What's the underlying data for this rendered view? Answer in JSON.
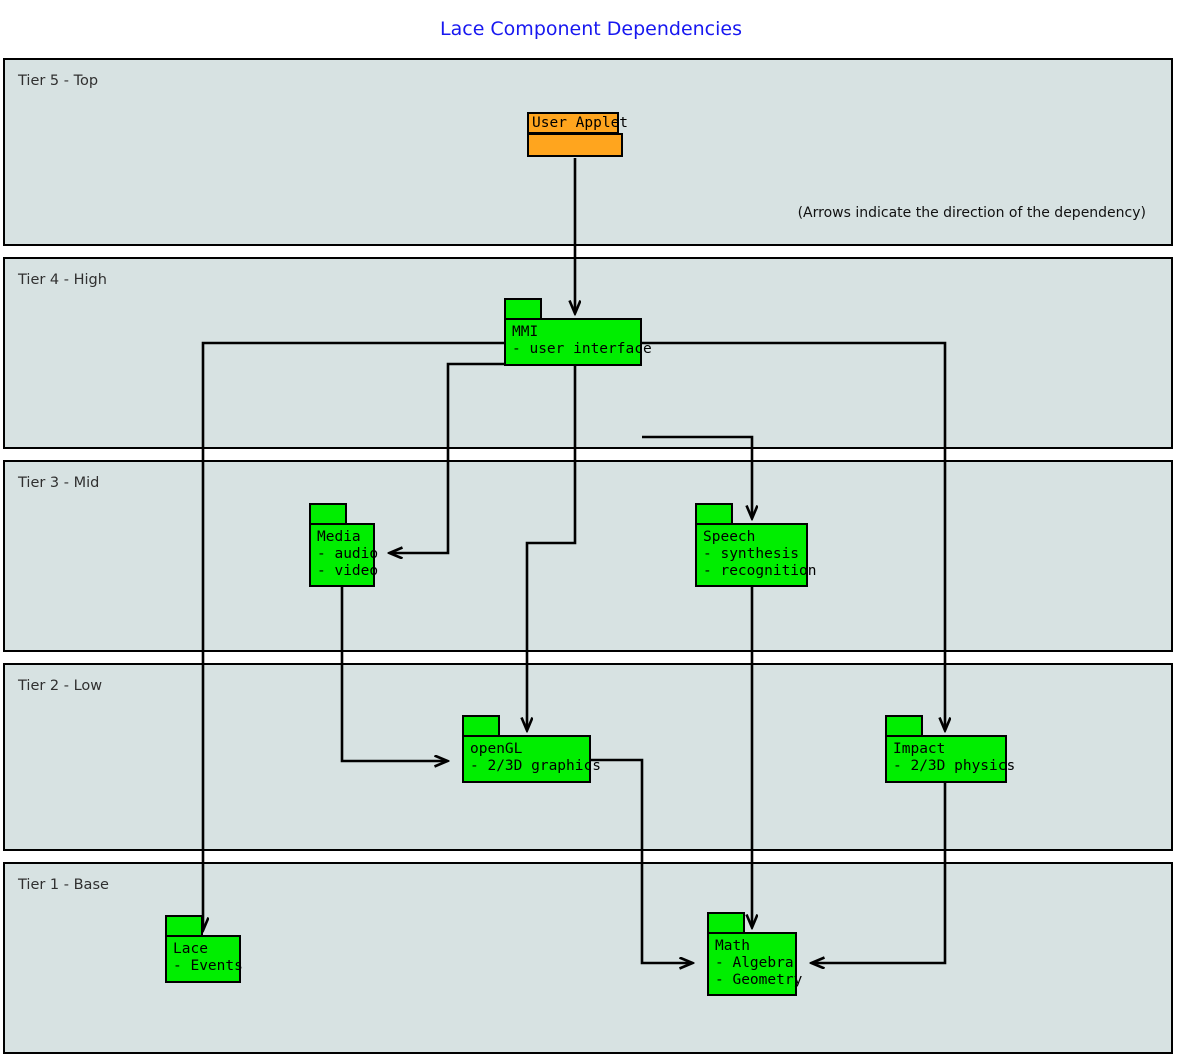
{
  "title": "Lace Component Dependencies",
  "note": "(Arrows indicate the direction of the dependency)",
  "colors": {
    "title": "#1818f0",
    "tier_background": "#d7e2e2",
    "package_fill": "#00ee00",
    "applet_fill": "#ffa51e",
    "stroke": "#000000"
  },
  "tiers": [
    {
      "id": "tier-5",
      "label": "Tier 5 - Top"
    },
    {
      "id": "tier-4",
      "label": "Tier 4 - High"
    },
    {
      "id": "tier-3",
      "label": "Tier 3 - Mid"
    },
    {
      "id": "tier-2",
      "label": "Tier 2 - Low"
    },
    {
      "id": "tier-1",
      "label": "Tier 1 - Base"
    }
  ],
  "nodes": {
    "user_applet": {
      "name": "User Applet",
      "tier": "Tier 5 - Top"
    },
    "mmi": {
      "name": "MMI",
      "items": [
        "- user interface"
      ],
      "tier": "Tier 4 - High"
    },
    "media": {
      "name": "Media",
      "items": [
        "- audio",
        "- video"
      ],
      "tier": "Tier 3 - Mid"
    },
    "speech": {
      "name": "Speech",
      "items": [
        "- synthesis",
        "- recognition"
      ],
      "tier": "Tier 3 - Mid"
    },
    "opengl": {
      "name": "openGL",
      "items": [
        "- 2/3D graphics"
      ],
      "tier": "Tier 2 - Low"
    },
    "impact": {
      "name": "Impact",
      "items": [
        "- 2/3D physics"
      ],
      "tier": "Tier 2 - Low"
    },
    "lace": {
      "name": "Lace",
      "items": [
        "- Events"
      ],
      "tier": "Tier 1 - Base"
    },
    "math": {
      "name": "Math",
      "items": [
        "- Algebra",
        "- Geometry"
      ],
      "tier": "Tier 1 - Base"
    }
  },
  "edges": [
    {
      "from": "User Applet",
      "to": "MMI"
    },
    {
      "from": "MMI",
      "to": "Media"
    },
    {
      "from": "MMI",
      "to": "Speech"
    },
    {
      "from": "MMI",
      "to": "openGL"
    },
    {
      "from": "MMI",
      "to": "Impact"
    },
    {
      "from": "MMI",
      "to": "Lace"
    },
    {
      "from": "Media",
      "to": "openGL"
    },
    {
      "from": "Speech",
      "to": "Math"
    },
    {
      "from": "openGL",
      "to": "Math"
    },
    {
      "from": "Impact",
      "to": "Math"
    }
  ]
}
